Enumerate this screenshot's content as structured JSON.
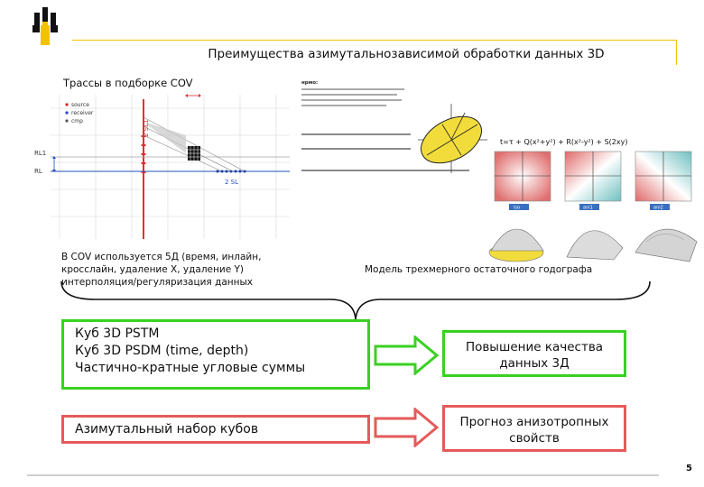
{
  "header": {
    "title": "Преимущества азимутальнозависимой обработки данных 3D",
    "logo_icon": "company-logo-icon"
  },
  "cov": {
    "caption": "Трассы в подборке COV",
    "legend": [
      "source",
      "receiver",
      "cmp"
    ],
    "labels": {
      "rl1": "RL1",
      "rl": "RL",
      "sl1": "2 SL1",
      "sl": "2 SL"
    },
    "note_lines": [
      "В COV используется 5Д (время, инлайн,",
      "кросслайн, удаление X, удаление Y)",
      "интерполяция/регуляризация данных"
    ]
  },
  "model": {
    "note": "Модель трехмерного остаточного годографа",
    "formula_title": "нрмо:",
    "formula_row": "t=τ + Q(x²+y²)  +  R(x²-y²)  +  S(2xy)",
    "panel_labels": [
      "iso",
      "ani1",
      "ani2"
    ]
  },
  "inputs": {
    "green_lines": [
      "Куб 3D PSTM",
      "Куб 3D PSDM (time, depth)",
      "Частично-кратные угловые суммы"
    ],
    "red_label": "Азимутальный набор кубов"
  },
  "results": {
    "green_label": "Повышение качества данных 3Д",
    "red_label": "Прогноз анизотропных свойств"
  },
  "colors": {
    "green": "#39d121",
    "red": "#e65a5a",
    "accent": "#f0c200"
  },
  "footer": {
    "page": "5"
  }
}
